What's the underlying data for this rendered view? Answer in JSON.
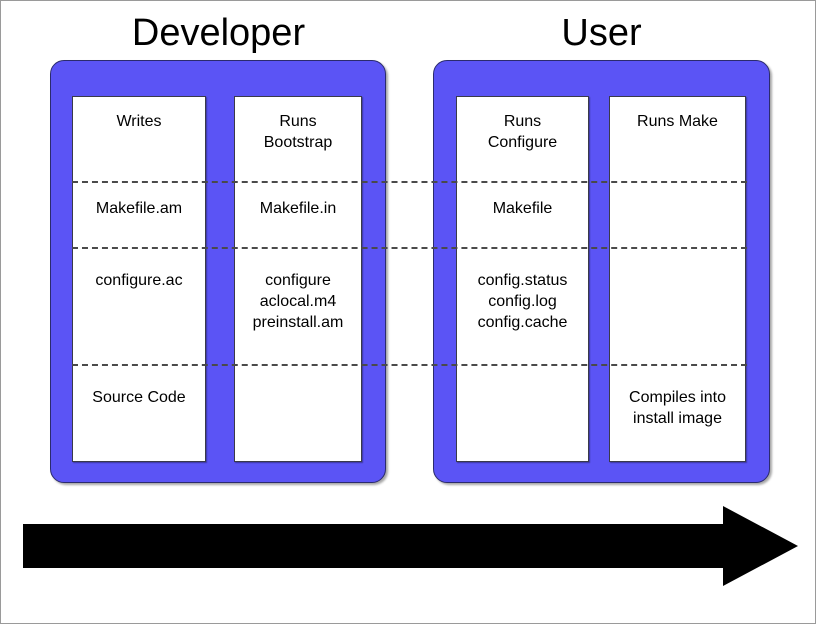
{
  "diagram": {
    "title_developer": "Developer",
    "title_user": "User",
    "accent_blue": "#5b54f5",
    "box_fill": "#ffffff",
    "arrow_color": "#000000",
    "dash_color": "#4a4a4a"
  },
  "groups": [
    {
      "name": "developer",
      "label": "Developer",
      "columns": [
        {
          "name": "writes",
          "rows": [
            {
              "text": "Writes"
            },
            {
              "text": "Makefile.am"
            },
            {
              "text": "configure.ac"
            },
            {
              "text": "Source Code"
            }
          ]
        },
        {
          "name": "runs-bootstrap",
          "rows": [
            {
              "text": "Runs\nBootstrap"
            },
            {
              "text": "Makefile.in"
            },
            {
              "text": "configure\naclocal.m4\npreinstall.am"
            },
            {
              "text": ""
            }
          ]
        }
      ]
    },
    {
      "name": "user",
      "label": "User",
      "columns": [
        {
          "name": "runs-configure",
          "rows": [
            {
              "text": "Runs\nConfigure"
            },
            {
              "text": "Makefile"
            },
            {
              "text": "config.status\nconfig.log\nconfig.cache"
            },
            {
              "text": ""
            }
          ]
        },
        {
          "name": "runs-make",
          "rows": [
            {
              "text": "Runs Make"
            },
            {
              "text": ""
            },
            {
              "text": ""
            },
            {
              "text": "Compiles into\ninstall image"
            }
          ]
        }
      ]
    }
  ],
  "cells": {
    "writes_r1": "Writes",
    "writes_r2": "Makefile.am",
    "writes_r3": "configure.ac",
    "writes_r4": "Source Code",
    "bootstrap_r1": "Runs\nBootstrap",
    "bootstrap_r2": "Makefile.in",
    "bootstrap_r3": "configure\naclocal.m4\npreinstall.am",
    "bootstrap_r4": "",
    "configure_r1": "Runs\nConfigure",
    "configure_r2": "Makefile",
    "configure_r3": "config.status\nconfig.log\nconfig.cache",
    "configure_r4": "",
    "make_r1": "Runs Make",
    "make_r2": "",
    "make_r3": "",
    "make_r4": "Compiles into\ninstall image"
  },
  "arrow": {
    "name": "time-flow-arrow",
    "direction": "right"
  }
}
